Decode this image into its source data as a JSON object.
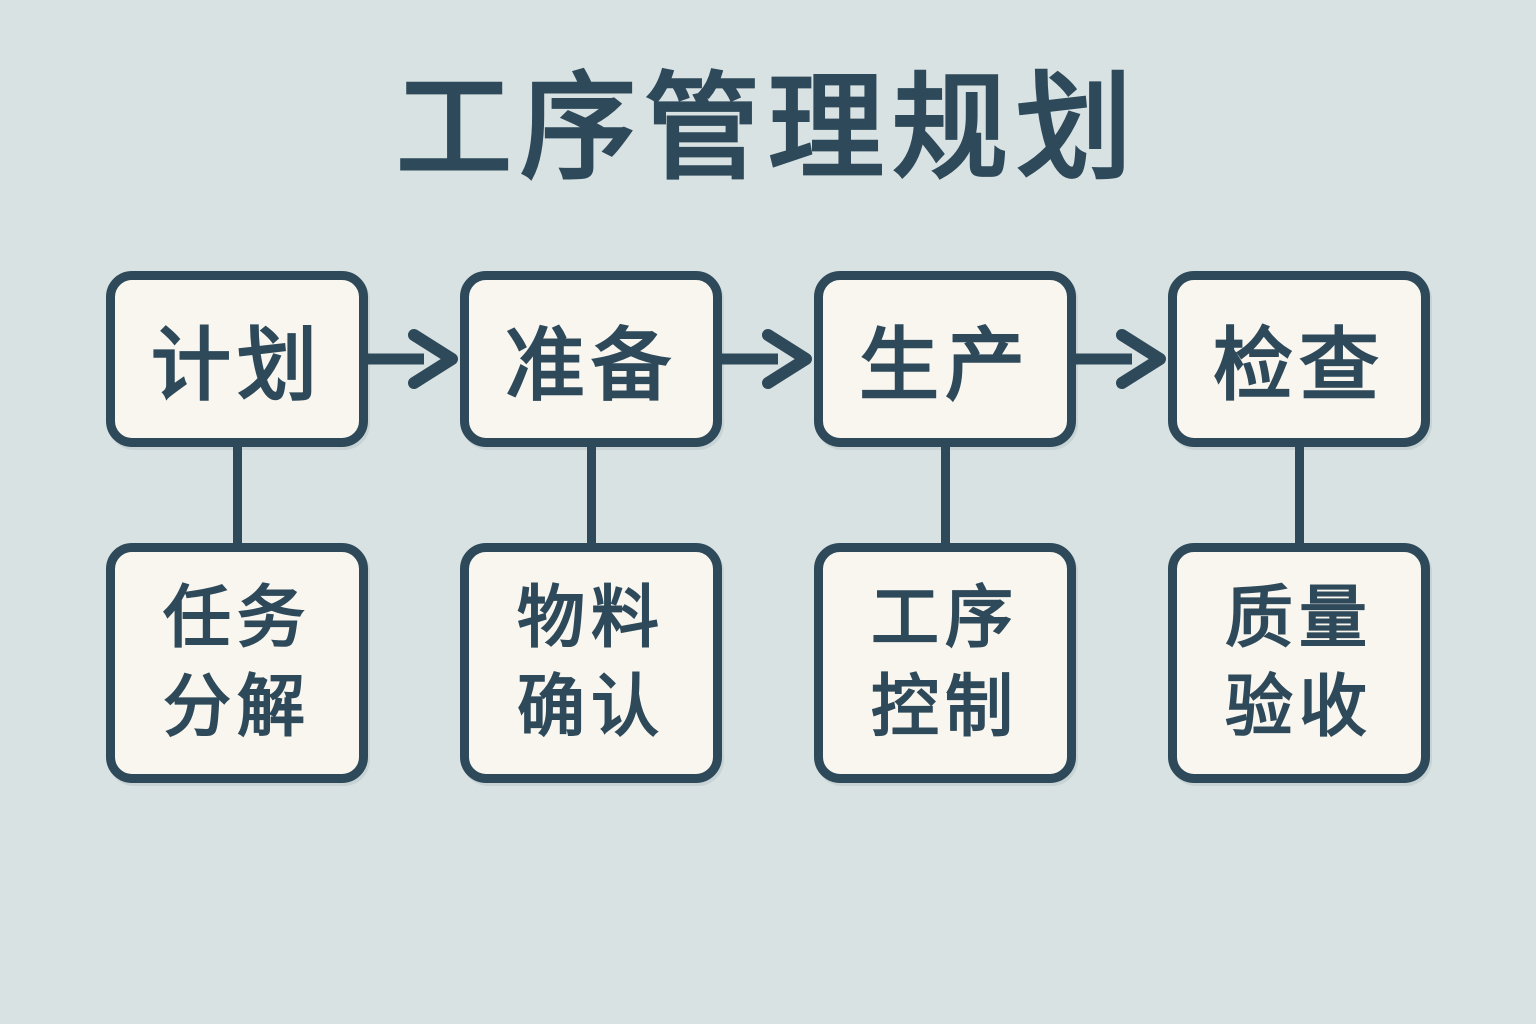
{
  "title": "工序管理规划",
  "colors": {
    "background": "#d9e2e3",
    "node_fill": "#f9f6ef",
    "stroke_and_text": "#2e4a5a"
  },
  "diagram_type": "flowchart",
  "stages": [
    {
      "label": "计划",
      "sub": [
        "任务",
        "分解"
      ]
    },
    {
      "label": "准备",
      "sub": [
        "物料",
        "确认"
      ]
    },
    {
      "label": "生产",
      "sub": [
        "工序",
        "控制"
      ]
    },
    {
      "label": "检查",
      "sub": [
        "质量",
        "验收"
      ]
    }
  ],
  "connections": [
    {
      "from": "计划",
      "to": "准备",
      "type": "arrow-right"
    },
    {
      "from": "准备",
      "to": "生产",
      "type": "arrow-right"
    },
    {
      "from": "生产",
      "to": "检查",
      "type": "arrow-right"
    },
    {
      "from": "计划",
      "to": "任务分解",
      "type": "vertical-line"
    },
    {
      "from": "准备",
      "to": "物料确认",
      "type": "vertical-line"
    },
    {
      "from": "生产",
      "to": "工序控制",
      "type": "vertical-line"
    },
    {
      "from": "检查",
      "to": "质量验收",
      "type": "vertical-line"
    }
  ]
}
